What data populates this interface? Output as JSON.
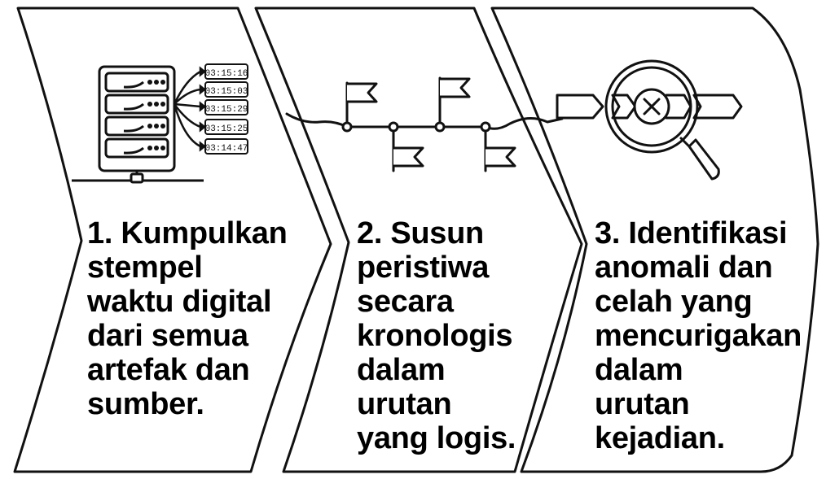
{
  "steps": [
    {
      "lines": [
        "1. Kumpulkan",
        "stempel",
        "waktu digital",
        "dari semua",
        "artefak dan",
        "sumber."
      ]
    },
    {
      "lines": [
        "2. Susun",
        "peristiwa",
        "secara",
        "kronologis",
        "dalam",
        "urutan",
        "yang logis."
      ]
    },
    {
      "lines": [
        "3. Identifikasi",
        "anomali dan",
        "celah yang",
        "mencurigakan",
        "dalam",
        "urutan",
        "kejadian."
      ]
    }
  ],
  "timestamps": [
    "03:15:16",
    "03:15:03",
    "03:15:29",
    "03:15:25",
    "03:14:47"
  ],
  "icons": {
    "step1": "server-icon",
    "step2": "timeline-flags-icon",
    "step3": "magnifier-x-icon"
  },
  "colors": {
    "stroke": "#111111",
    "text": "#000000",
    "background": "#ffffff"
  }
}
